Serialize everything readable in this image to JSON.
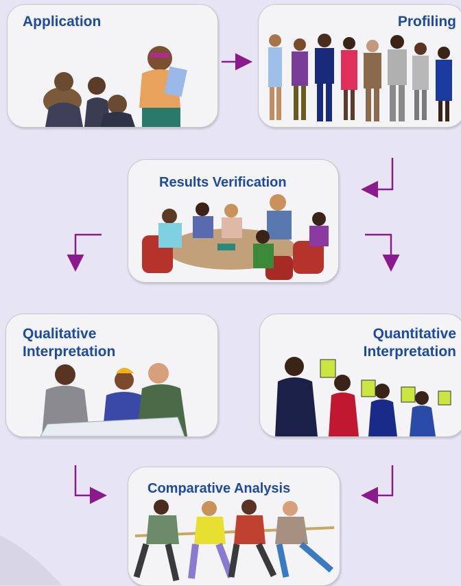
{
  "boxes": {
    "application": {
      "title": "Application"
    },
    "profiling": {
      "title": "Profiling"
    },
    "results_verification": {
      "title": "Results Verification"
    },
    "qualitative": {
      "title_line1": "Qualitative",
      "title_line2": "Interpretation"
    },
    "quantitative": {
      "title_line1": "Quantitative",
      "title_line2": "Interpretation"
    },
    "comparative": {
      "title": "Comparative Analysis"
    }
  },
  "colors": {
    "arrow": "#8b1a8c",
    "title": "#1c4aa3",
    "box_fill": "#f4f3f6",
    "background": "#e7e5f4"
  }
}
